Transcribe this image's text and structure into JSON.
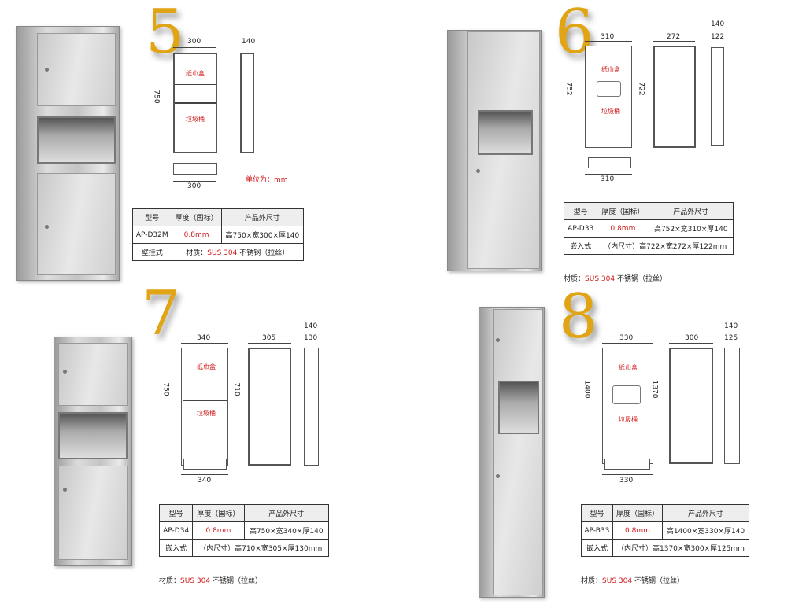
{
  "common": {
    "th_model": "型号",
    "th_thickness": "厚度（国标）",
    "th_size": "产品外尺寸",
    "thickness": "0.8mm",
    "material_label": "材质：",
    "material_grade": "SUS 304",
    "material_desc": "不锈钢（拉丝）",
    "label_towel": "纸巾盒",
    "label_trash": "垃圾桶",
    "unit": "单位为：mm",
    "accent": "#d01818",
    "gold": "#e0a414"
  },
  "s5": {
    "number": "5",
    "model": "AP-D32M",
    "type": "壁挂式",
    "size": "高750×宽300×厚140",
    "dims": {
      "width": "300",
      "depth": "140",
      "height": "750",
      "bottom": "300"
    }
  },
  "s6": {
    "number": "6",
    "model": "AP-D33",
    "type": "嵌入式",
    "size": "高752×宽310×厚140",
    "inner": "（内尺寸）高722×宽272×厚122mm",
    "dims": {
      "width": "310",
      "inner_width": "272",
      "depth": "140",
      "inner_depth": "122",
      "height": "752",
      "inner_height": "722",
      "bottom": "310"
    }
  },
  "s7": {
    "number": "7",
    "model": "AP-D34",
    "type": "嵌入式",
    "size": "高750×宽340×厚140",
    "inner": "（内尺寸）高710×宽305×厚130mm",
    "dims": {
      "width": "340",
      "inner_width": "305",
      "depth": "140",
      "inner_depth": "130",
      "height": "750",
      "inner_height": "710",
      "bottom": "340"
    }
  },
  "s8": {
    "number": "8",
    "model": "AP-B33",
    "type": "嵌入式",
    "size": "高1400×宽330×厚140",
    "inner": "（内尺寸）高1370×宽300×厚125mm",
    "dims": {
      "width": "330",
      "inner_width": "300",
      "depth": "140",
      "inner_depth": "125",
      "height": "1400",
      "inner_height": "1370",
      "bottom": "330"
    }
  }
}
